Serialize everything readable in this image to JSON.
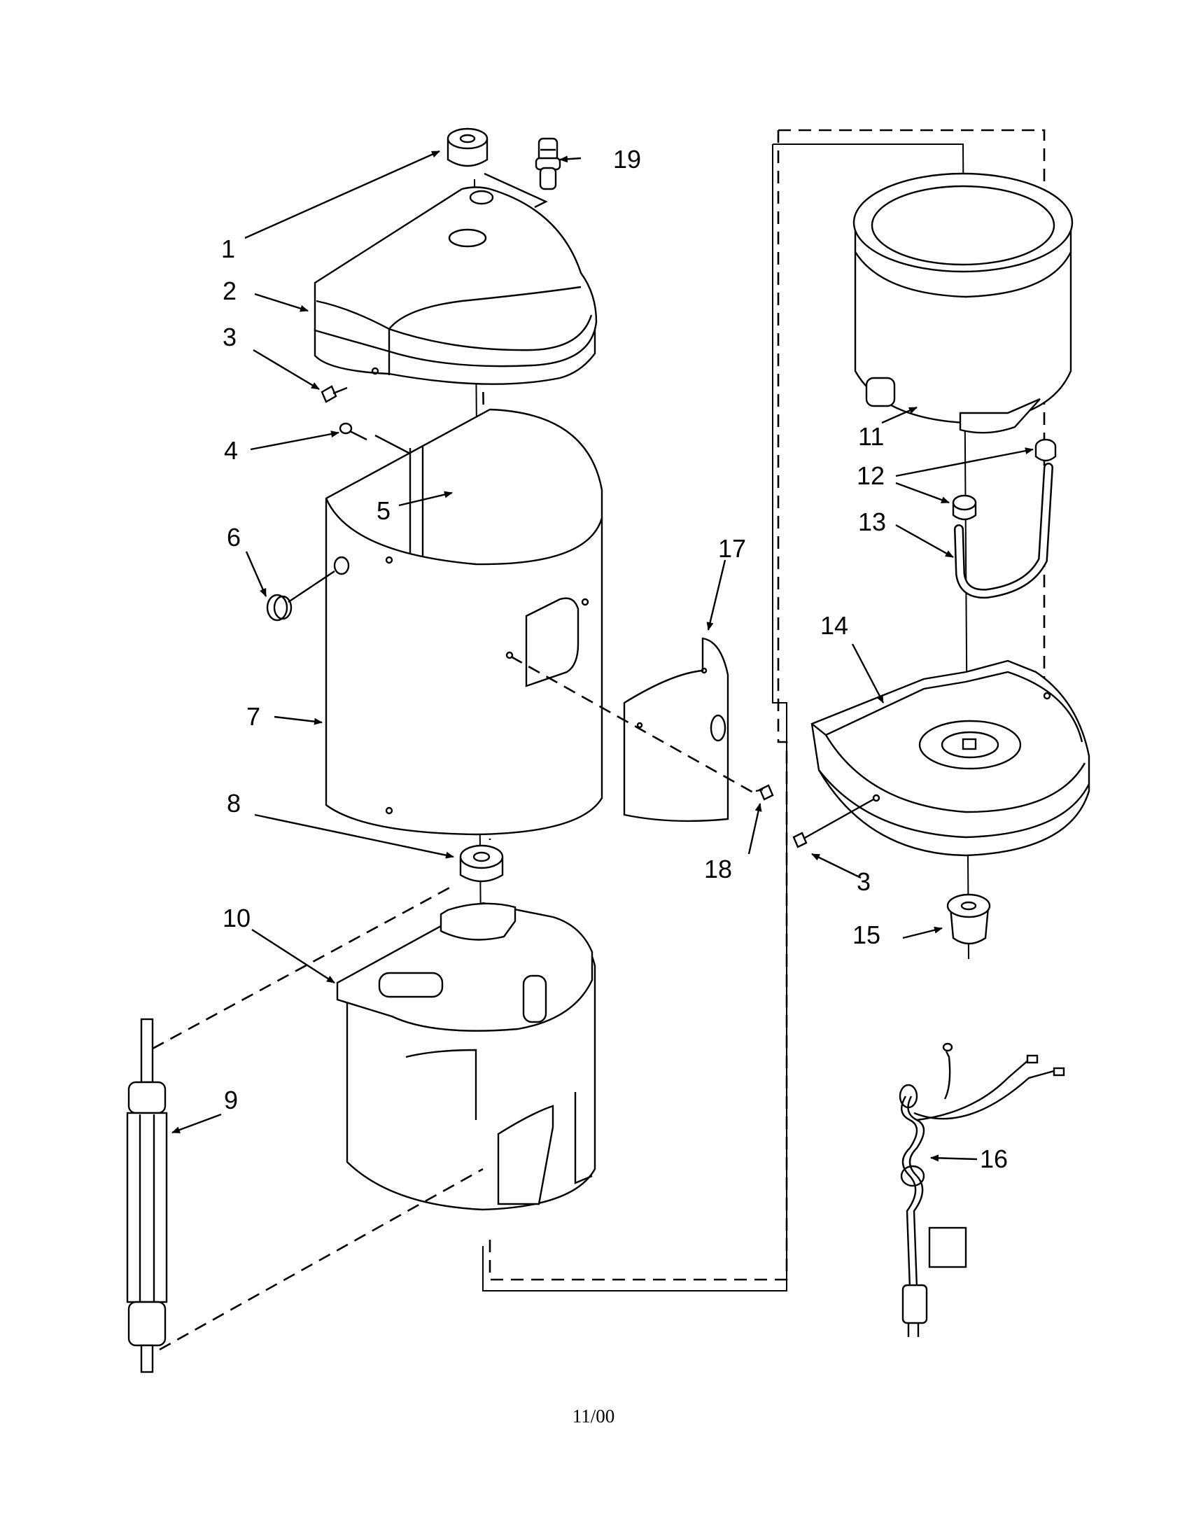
{
  "diagram": {
    "callouts": [
      {
        "id": "1",
        "label": "1"
      },
      {
        "id": "2",
        "label": "2"
      },
      {
        "id": "3a",
        "label": "3"
      },
      {
        "id": "4",
        "label": "4"
      },
      {
        "id": "5",
        "label": "5"
      },
      {
        "id": "6",
        "label": "6"
      },
      {
        "id": "7",
        "label": "7"
      },
      {
        "id": "8",
        "label": "8"
      },
      {
        "id": "9",
        "label": "9"
      },
      {
        "id": "10",
        "label": "10"
      },
      {
        "id": "11",
        "label": "11"
      },
      {
        "id": "12",
        "label": "12"
      },
      {
        "id": "13",
        "label": "13"
      },
      {
        "id": "14",
        "label": "14"
      },
      {
        "id": "15",
        "label": "15"
      },
      {
        "id": "16",
        "label": "16"
      },
      {
        "id": "17",
        "label": "17"
      },
      {
        "id": "18",
        "label": "18"
      },
      {
        "id": "19",
        "label": "19"
      },
      {
        "id": "3b",
        "label": "3"
      }
    ]
  },
  "footer": {
    "date": "11/00"
  }
}
